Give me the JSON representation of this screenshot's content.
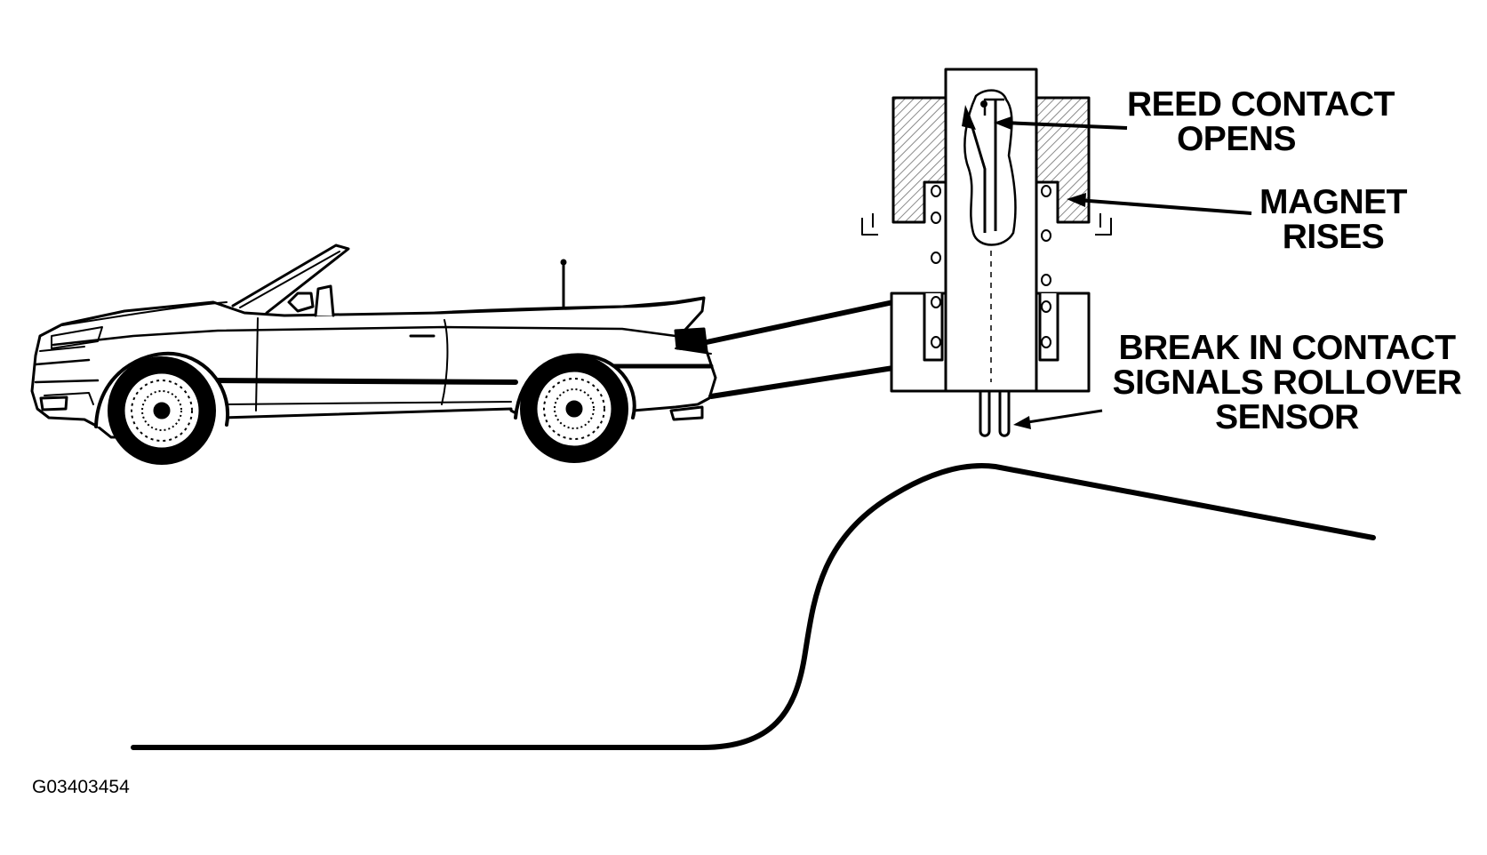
{
  "labels": {
    "reed_contact": [
      "REED CONTACT",
      "OPENS"
    ],
    "magnet": [
      "MAGNET",
      "RISES"
    ],
    "break_contact": [
      "BREAK IN CONTACT",
      "SIGNALS ROLLOVER",
      "SENSOR"
    ]
  },
  "figure_id": "G03403454",
  "colors": {
    "ink": "#000000",
    "paper": "#ffffff",
    "hatch": "#9a9a9a"
  }
}
